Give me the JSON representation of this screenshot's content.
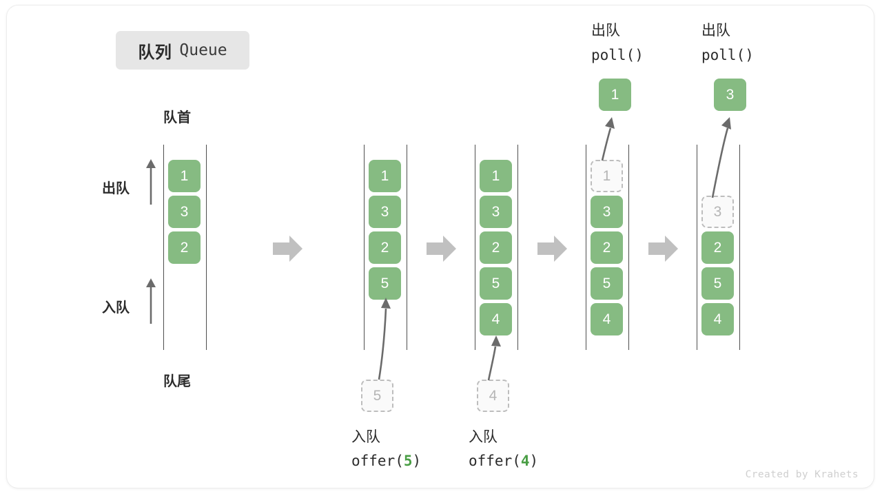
{
  "title": {
    "cn": "队列",
    "en": "Queue"
  },
  "axis_labels": {
    "front": "队首",
    "rear": "队尾",
    "dequeue": "出队",
    "enqueue": "入队"
  },
  "colors": {
    "cell_green": "#86bb82",
    "cell_text": "#ffffff",
    "ghost_fill": "#fafafa",
    "ghost_border": "#bdbdbd",
    "ghost_text": "#b5b5b5",
    "rail": "#4d4d4d",
    "arrow_gray": "#6b6b6b",
    "block_arrow": "#c0c0c0",
    "badge_bg": "#e6e6e6",
    "accent_green_text": "#4a9e45",
    "watermark": "#cfcfcf"
  },
  "stages": [
    {
      "id": "initial",
      "cells": [
        {
          "value": "1",
          "ghost": false
        },
        {
          "value": "3",
          "ghost": false
        },
        {
          "value": "2",
          "ghost": false
        }
      ]
    },
    {
      "id": "after-offer-5",
      "cells": [
        {
          "value": "1",
          "ghost": false
        },
        {
          "value": "3",
          "ghost": false
        },
        {
          "value": "2",
          "ghost": false
        },
        {
          "value": "5",
          "ghost": false
        }
      ],
      "incoming": {
        "value": "5",
        "op_cn": "入队",
        "op_code_prefix": "offer(",
        "op_code_arg": "5",
        "op_code_suffix": ")"
      }
    },
    {
      "id": "after-offer-4",
      "cells": [
        {
          "value": "1",
          "ghost": false
        },
        {
          "value": "3",
          "ghost": false
        },
        {
          "value": "2",
          "ghost": false
        },
        {
          "value": "5",
          "ghost": false
        },
        {
          "value": "4",
          "ghost": false
        }
      ],
      "incoming": {
        "value": "4",
        "op_cn": "入队",
        "op_code_prefix": "offer(",
        "op_code_arg": "4",
        "op_code_suffix": ")"
      }
    },
    {
      "id": "after-poll-1",
      "cells": [
        {
          "value": "1",
          "ghost": true
        },
        {
          "value": "3",
          "ghost": false
        },
        {
          "value": "2",
          "ghost": false
        },
        {
          "value": "5",
          "ghost": false
        },
        {
          "value": "4",
          "ghost": false
        }
      ],
      "outgoing": {
        "value": "1",
        "op_cn": "出队",
        "op_code": "poll()"
      }
    },
    {
      "id": "after-poll-3",
      "cells": [
        {
          "value": "",
          "ghost": null
        },
        {
          "value": "3",
          "ghost": true
        },
        {
          "value": "2",
          "ghost": false
        },
        {
          "value": "5",
          "ghost": false
        },
        {
          "value": "4",
          "ghost": false
        }
      ],
      "outgoing": {
        "value": "3",
        "op_cn": "出队",
        "op_code": "poll()"
      }
    }
  ],
  "watermark": "Created by Krahets"
}
